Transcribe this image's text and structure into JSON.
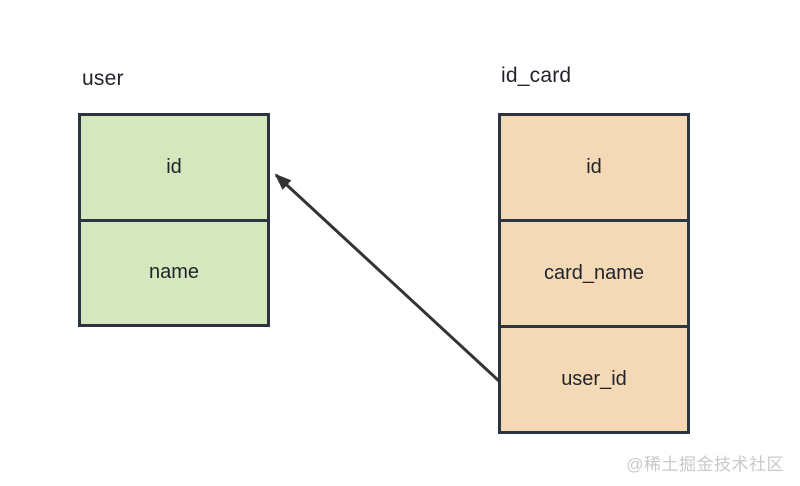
{
  "tables": [
    {
      "name": "user",
      "rows": [
        "id",
        "name"
      ],
      "fill": "#d5e8bd"
    },
    {
      "name": "id_card",
      "rows": [
        "id",
        "card_name",
        "user_id"
      ],
      "fill": "#f3d9b5"
    }
  ],
  "relation": {
    "from": "id_card.user_id",
    "to": "user.id"
  },
  "watermark": "@稀土掘金技术社区",
  "colors": {
    "border": "#2b343f",
    "arrow": "#333333",
    "text": "#21252b",
    "user_fill": "#d5e8bd",
    "id_card_fill": "#f3d9b5",
    "watermark": "#c9c9c9",
    "background": "#ffffff"
  }
}
